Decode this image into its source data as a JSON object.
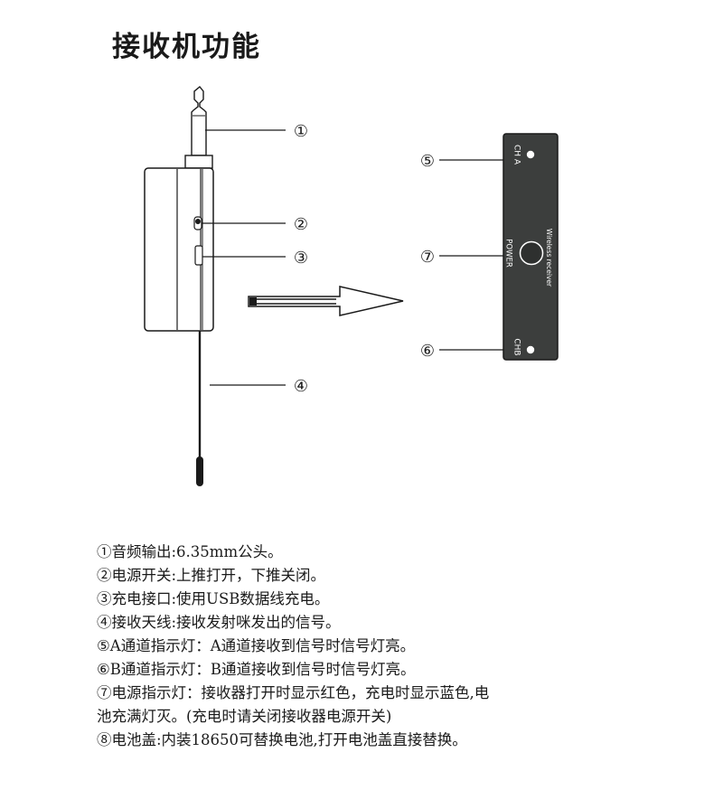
{
  "title": "接收机功能",
  "markers": [
    "①",
    "②",
    "③",
    "④",
    "⑤",
    "⑥",
    "⑦"
  ],
  "panel": {
    "cha": "CH A",
    "chb": "CHB",
    "power": "POWER",
    "brand": "Wireless receiver",
    "color": "#3c3e3d"
  },
  "descriptions": [
    "①音频输出:6.35mm公头。",
    "②电源开关:上推打开，下推关闭。",
    "③充电接口:使用USB数据线充电。",
    "④接收天线:接收发射咪发出的信号。",
    "⑤A通道指示灯：A通道接收到信号时信号灯亮。",
    "⑥B通道指示灯：B通道接收到信号时信号灯亮。",
    "⑦电源指示灯：接收器打开时显示红色，充电时显示蓝色,电",
    "池充满灯灭。(充电时请关闭接收器电源开关)",
    "⑧电池盖:内装18650可替换电池,打开电池盖直接替换。"
  ]
}
